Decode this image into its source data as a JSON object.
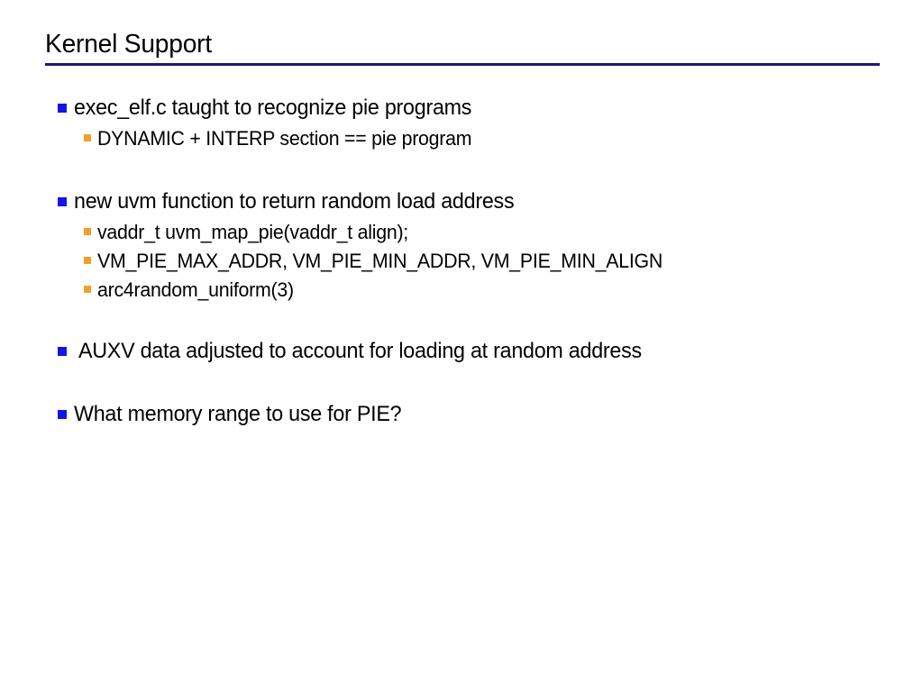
{
  "slide": {
    "title": "Kernel Support",
    "rule_color": "#1a1a6e",
    "background_color": "#ffffff",
    "text_color": "#000000",
    "bullet_level1_color": "#1414e6",
    "bullet_level2_color": "#f0a02a",
    "bullet_glyph": "square"
  },
  "content": {
    "groups": [
      {
        "lines": [
          {
            "level": 1,
            "text": "exec_elf.c taught to recognize pie programs"
          },
          {
            "level": 2,
            "text": "DYNAMIC + INTERP section == pie program"
          }
        ]
      },
      {
        "lines": [
          {
            "level": 1,
            "text": "new uvm function to return random load address"
          },
          {
            "level": 2,
            "text": "vaddr_t uvm_map_pie(vaddr_t align);"
          },
          {
            "level": 2,
            "text": "VM_PIE_MAX_ADDR, VM_PIE_MIN_ADDR, VM_PIE_MIN_ALIGN"
          },
          {
            "level": 2,
            "text": "arc4random_uniform(3)"
          }
        ]
      },
      {
        "lines": [
          {
            "level": 1,
            "text": " AUXV data adjusted to account for loading at random address"
          }
        ]
      },
      {
        "lines": [
          {
            "level": 1,
            "text": "What memory range to use for PIE?"
          }
        ]
      }
    ]
  }
}
